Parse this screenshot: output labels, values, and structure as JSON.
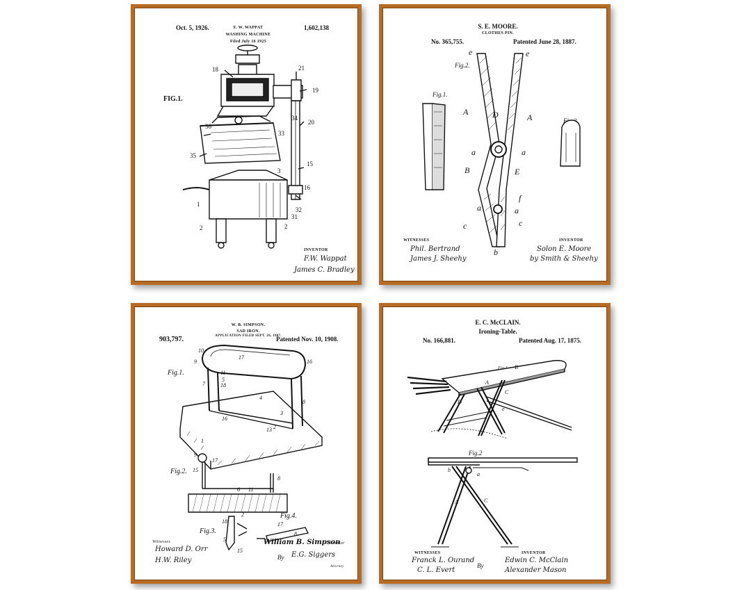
{
  "posters": [
    {
      "date": "Oct. 5, 1926.",
      "inventor": "F. W. WAPPAT",
      "number": "1,602,138",
      "title": "WASHING MACHINE",
      "filed": "Filed July 16  1925",
      "fig_label": "FIG.1.",
      "inventor_label": "INVENTOR",
      "signature": "F.W. Wappat",
      "attorney_signature": "James C. Bradley"
    },
    {
      "inventor": "S. E. MOORE.",
      "title": "CLOTHES PIN.",
      "number": "No. 365,755.",
      "patented": "Patented June 28, 1887.",
      "fig1": "Fig.1.",
      "fig2": "Fig.2.",
      "fig3": "Fig.3.",
      "witnesses_label": "WITNESSES",
      "inventor_label": "INVENTOR",
      "witness1": "Phil. Bertrand",
      "witness2": "James J. Sheehy",
      "signature": "Solon E. Moore",
      "signature2": "by Smith & Sheehy"
    },
    {
      "inventor": "W. B. SIMPSON.",
      "title": "SAD IRON.",
      "filed": "APPLICATION FILED SEPT. 26, 1907.",
      "number": "903,797.",
      "patented": "Patented Nov. 10, 1908.",
      "fig1": "Fig.1.",
      "fig2": "Fig.2.",
      "fig3": "Fig.3.",
      "fig4": "Fig.4.",
      "witnesses_label": "Witnesses",
      "witness1": "Howard D. Orr",
      "witness2": "H.W. Riley",
      "signature": "William B. Simpson",
      "inventor_label": "Inventor",
      "by": "By",
      "attorney_signature": "E.G. Siggers",
      "attorney_label": "Attorney"
    },
    {
      "inventor": "E. C. McCLAIN.",
      "title": "Ironing-Table.",
      "number": "No. 166,881.",
      "patented": "Patented Aug. 17, 1875.",
      "fig1": "Fig.1",
      "fig2": "Fig.2",
      "witnesses_label": "WITNESSES",
      "inventor_label": "INVENTOR",
      "witness1": "Franck L. Ourand",
      "witness2": "C. L. Evert",
      "signature": "Edwin C. McClain",
      "signature2": "Alexander Mason",
      "by": "By"
    }
  ]
}
